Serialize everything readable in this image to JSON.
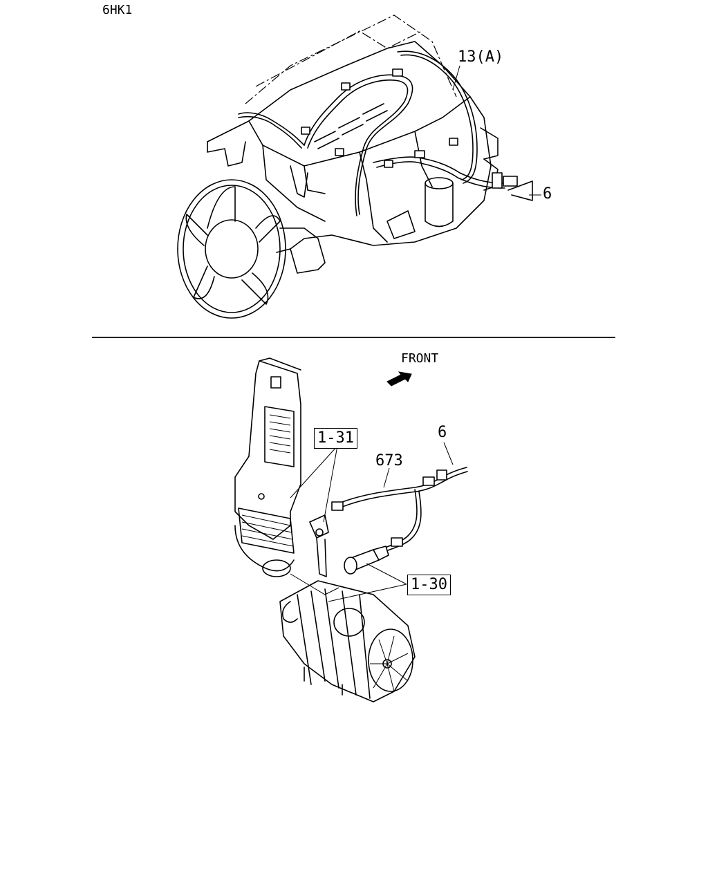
{
  "header": {
    "model_code": "6HK1"
  },
  "upper_view": {
    "callouts": {
      "harness": "13(A)",
      "part_6": "6"
    }
  },
  "lower_view": {
    "direction_label": "FRONT",
    "callouts": {
      "ref_1_31": "1-31",
      "ref_1_30": "1-30",
      "part_673": "673",
      "part_6": "6"
    }
  }
}
